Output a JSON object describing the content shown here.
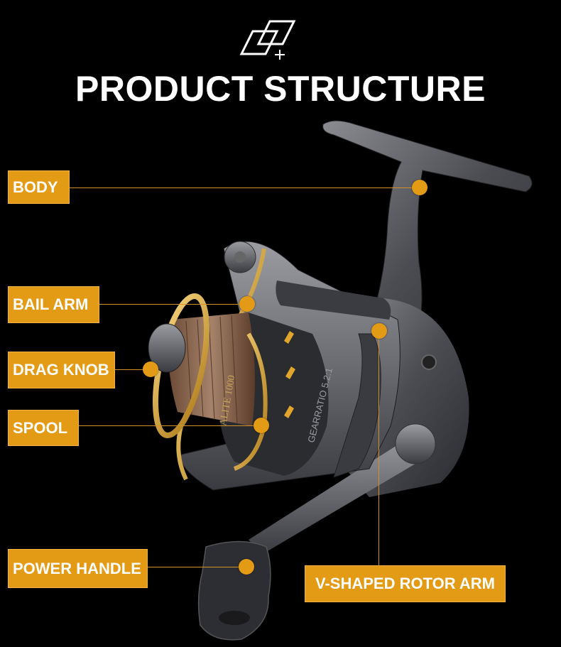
{
  "title": "PRODUCT STRUCTURE",
  "colors": {
    "accent": "#e39a14",
    "background": "#000000",
    "text": "#ffffff"
  },
  "header_icon": "layers-plus-icon",
  "parts": {
    "body": "BODY",
    "bail_arm": "BAIL ARM",
    "drag_knob": "DRAG KNOB",
    "spool": "SPOOL",
    "power_handle": "POWER HANDLE",
    "rotor_arm": "V-SHAPED ROTOR ARM"
  },
  "product": {
    "spool_text": "ALITE 1000",
    "body_text": "GEARRATIO 5.2:1"
  }
}
